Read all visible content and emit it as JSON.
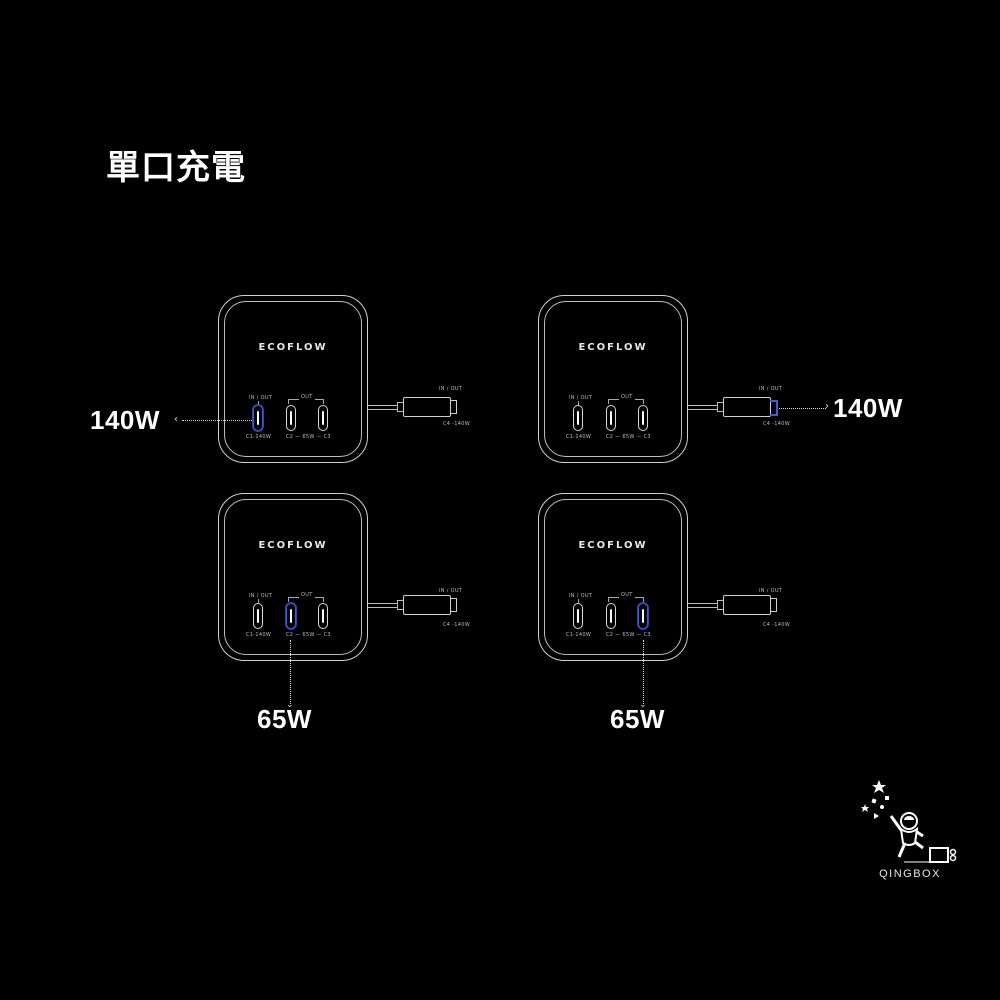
{
  "title": "單口充電",
  "device": {
    "logo": "ECOFLOW",
    "port_label_inout": "IN / OUT",
    "port_label_out": "OUT",
    "c1_label": "C1-140W",
    "c2c3_label": "C2 — 65W — C3",
    "c4_label": "C4 -140W",
    "cable_label": "IN / OUT"
  },
  "panels": [
    {
      "id": "top-left",
      "active_port": "C1",
      "power": "140W"
    },
    {
      "id": "top-right",
      "active_port": "C4",
      "power": "140W"
    },
    {
      "id": "bottom-left",
      "active_port": "C2",
      "power": "65W"
    },
    {
      "id": "bottom-right",
      "active_port": "C3",
      "power": "65W"
    }
  ],
  "colors": {
    "background": "#000000",
    "active_port": "#3f5bd6",
    "outline": "#cfcfcf"
  },
  "brand": {
    "name": "QINGBOX"
  }
}
